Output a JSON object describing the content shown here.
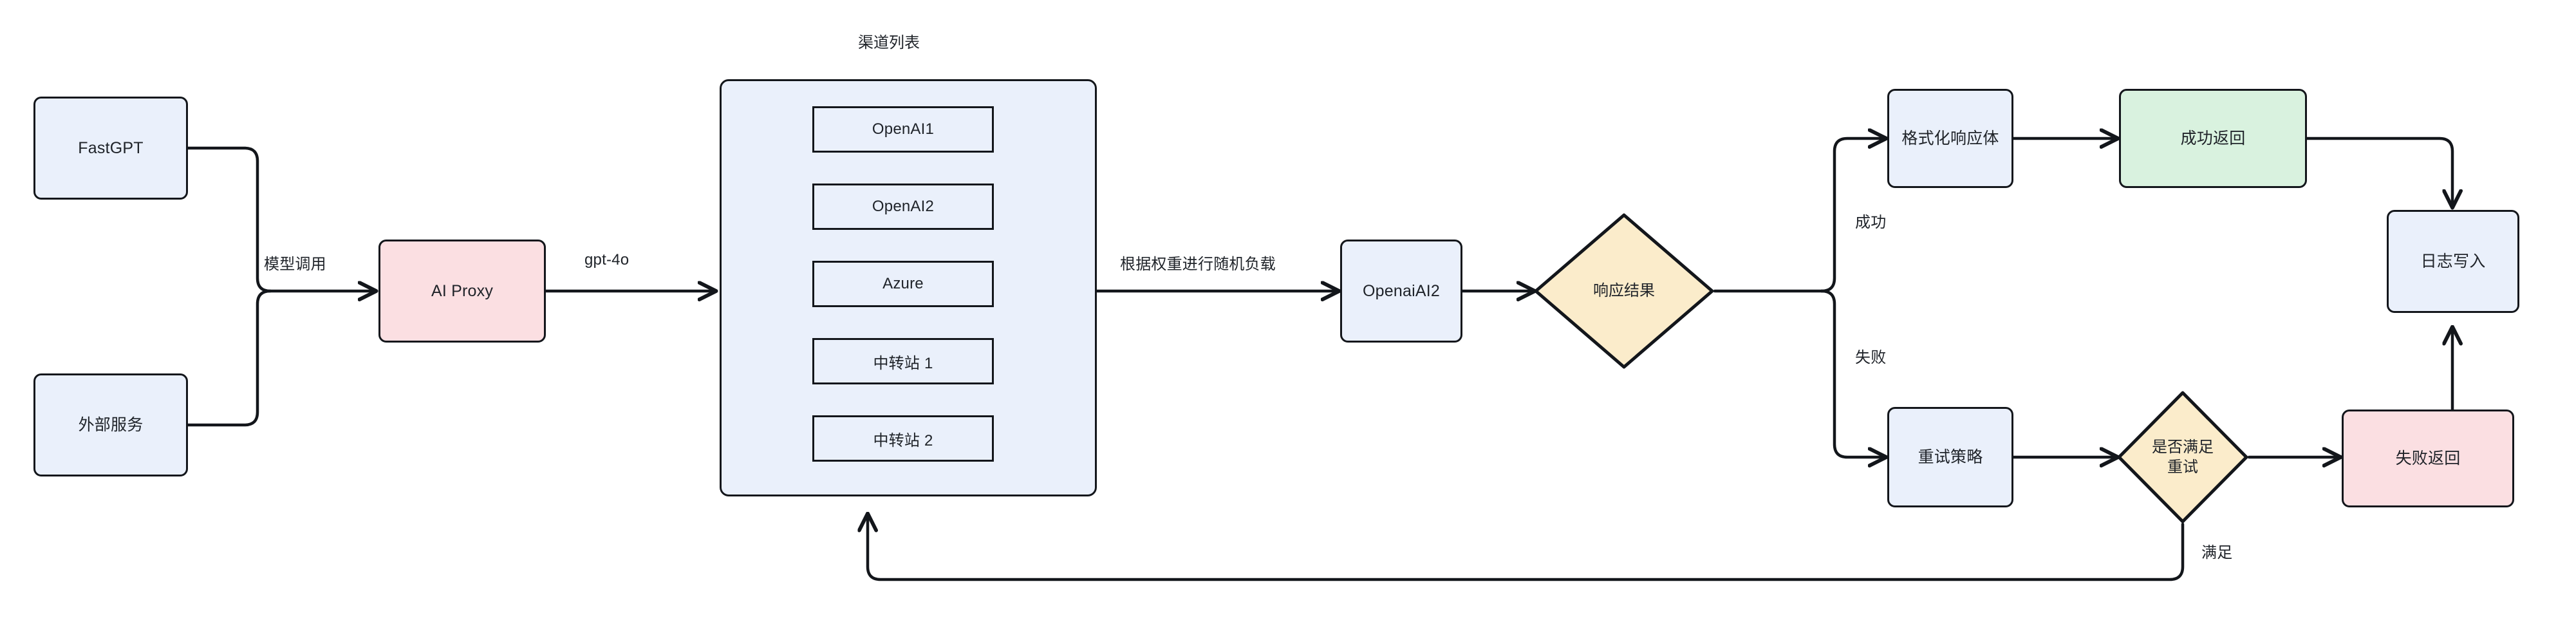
{
  "diagram": {
    "title_text": "渠道列表",
    "colors": {
      "blue_fill": "#eaf0fb",
      "pink_fill": "#fbdfe2",
      "green_fill": "#d9f2df",
      "yellow_fill": "#fbeccb",
      "stroke": "#13161b",
      "text": "#1f2329",
      "background": "#ffffff"
    }
  },
  "nodes": {
    "fastgpt": {
      "label": "FastGPT"
    },
    "external_service": {
      "label": "外部服务"
    },
    "ai_proxy": {
      "label": "AI Proxy"
    },
    "channel_list_title": {
      "label": "渠道列表"
    },
    "openai_ai2": {
      "label": "OpenaiAI2"
    },
    "response_result": {
      "label": "响应结果"
    },
    "format_response": {
      "label": "格式化响应体"
    },
    "success_return": {
      "label": "成功返回"
    },
    "log_write": {
      "label": "日志写入"
    },
    "retry_strategy": {
      "label": "重试策略"
    },
    "retry_decision": {
      "label": "是否满足\n重试"
    },
    "failure_return": {
      "label": "失败返回"
    }
  },
  "channels": [
    {
      "label": "OpenAI1"
    },
    {
      "label": "OpenAI2"
    },
    {
      "label": "Azure"
    },
    {
      "label": "中转站 1"
    },
    {
      "label": "中转站 2"
    }
  ],
  "edge_labels": {
    "model_call": "模型调用",
    "gpt_model": "gpt-4o",
    "weighted_random_load": "根据权重进行随机负载",
    "success": "成功",
    "failure": "失败",
    "satisfied": "满足"
  }
}
